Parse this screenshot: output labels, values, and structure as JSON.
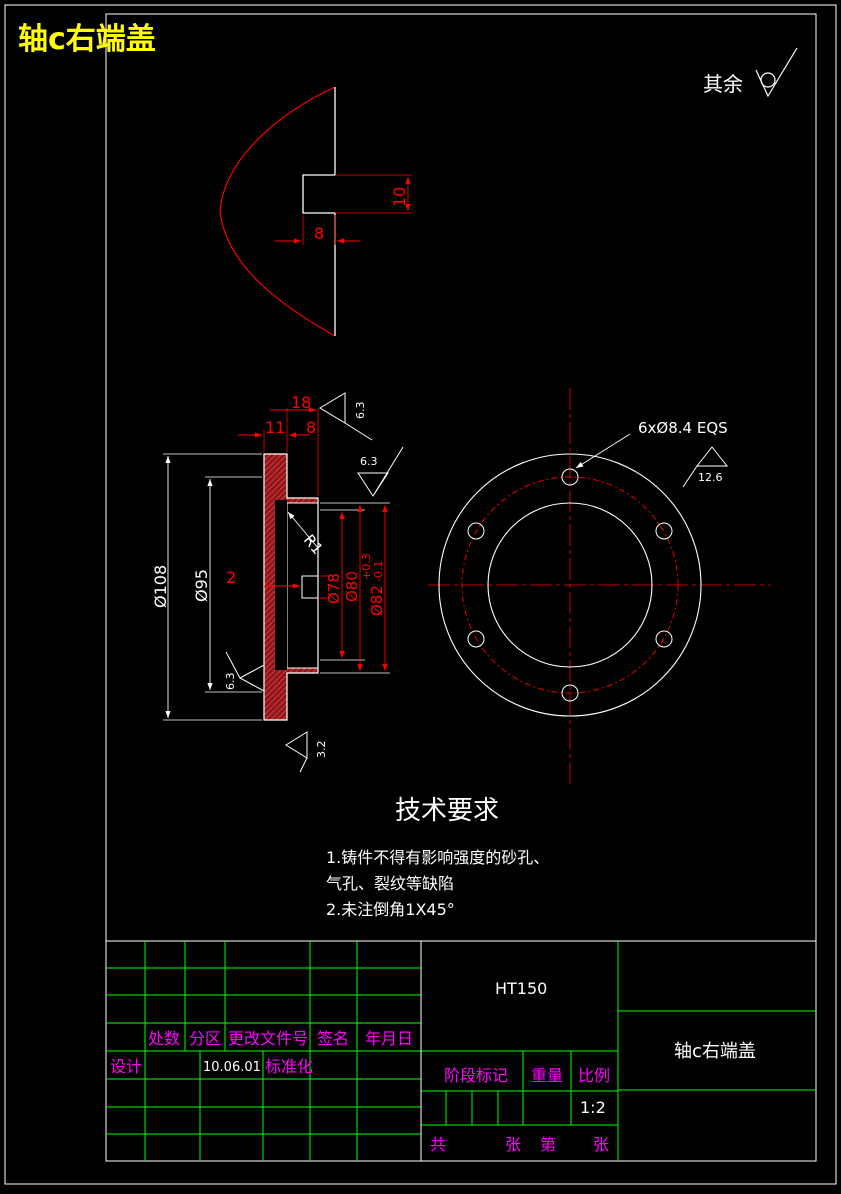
{
  "drawing": {
    "corner_title": "轴c右端盖",
    "surface_note": "其余",
    "detail_dims": {
      "depth": "10",
      "width": "8"
    },
    "section_dims": {
      "d108": "Ø108",
      "d95": "Ø95",
      "d78": "Ø78",
      "d80": "Ø80",
      "d80_tol": "+0.3",
      "d82": "Ø82",
      "d82_tol": "-0.1",
      "w18": "18",
      "w11": "11",
      "w8": "8",
      "gap2": "2",
      "radius": "R1"
    },
    "roughness": {
      "r1": "6.3",
      "r2": "6.3",
      "r3": "6.3",
      "r4": "3.2",
      "r5": "12.6"
    },
    "hole_note": "6xØ8.4 EQS",
    "tech_heading": "技术要求",
    "tech_lines": [
      "1.铸件不得有影响强度的砂孔、",
      "气孔、裂纹等缺陷",
      "2.未注倒角1X45°"
    ]
  },
  "title_block": {
    "material": "HT150",
    "part_name": "轴c右端盖",
    "header_labels": [
      "处数",
      "分区",
      "更改文件号",
      "签名",
      "年月日"
    ],
    "design_label": "设计",
    "design_date": "10.06.01",
    "standard_label": "标准化",
    "stage_label": "阶段标记",
    "weight_label": "重量",
    "scale_label": "比例",
    "scale_value": "1:2",
    "sheet_total": "共",
    "sheet_unit": "张",
    "sheet_num": "第",
    "sheet_unit2": "张"
  },
  "colors": {
    "background": "#000000",
    "outline": "#ffffff",
    "dimension": "#ff0000",
    "title": "#ffff00",
    "table_grid": "#00ff00",
    "table_text": "#ff00ff"
  }
}
